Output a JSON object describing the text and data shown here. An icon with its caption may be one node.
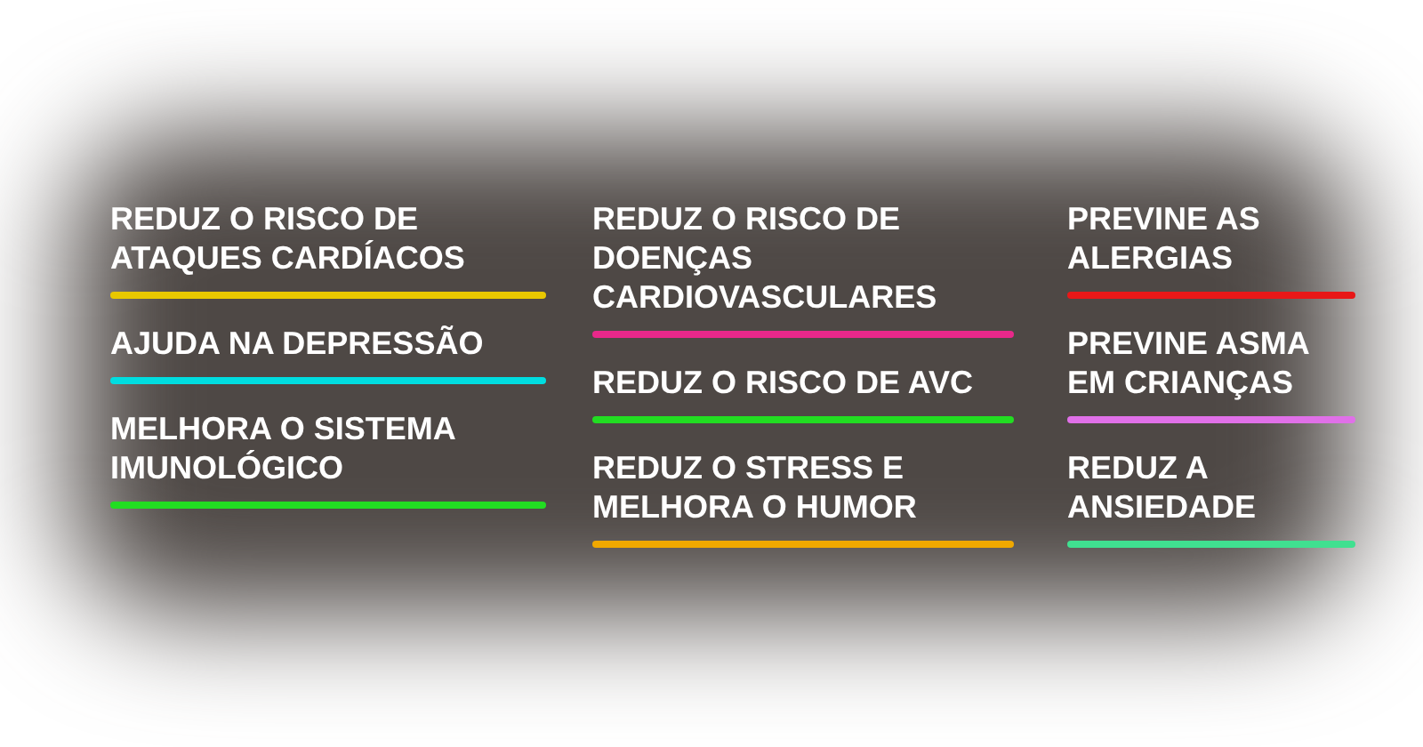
{
  "diagram": {
    "legend": [
      {
        "text": "REDUZ O RISCO DE ATAQUES CARDÍACOS",
        "color": "#e8c800"
      },
      {
        "text": "REDUZ O RISCO DE DOENÇAS CARDIOVASCULARES",
        "color": "#e8288a"
      },
      {
        "text": "PREVINE AS ALERGIAS",
        "color": "#e81818"
      },
      {
        "text": "AJUDA NA DEPRESSÃO",
        "color": "#00dde0"
      },
      {
        "text": "REDUZ O RISCO DE AVC",
        "color": "#22dd22"
      },
      {
        "text": "PREVINE ASMA EM CRIANÇAS",
        "color": "#e070e8"
      },
      {
        "text": "MELHORA O SISTEMA IMUNOLÓGICO",
        "color": "#22dd22"
      },
      {
        "text": "REDUZ O STRESS E MELHORA O HUMOR",
        "color": "#f0a800"
      },
      {
        "text": "REDUZ A ANSIEDADE",
        "color": "#40e090"
      }
    ]
  }
}
